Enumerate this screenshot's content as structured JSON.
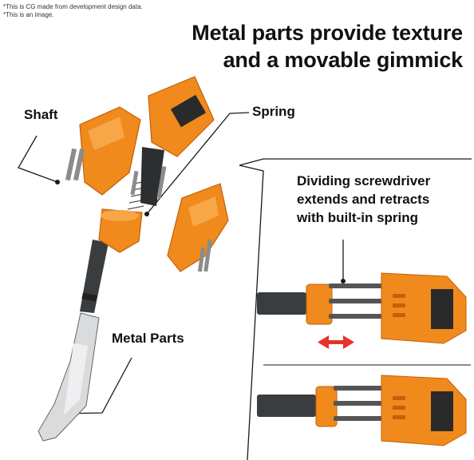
{
  "notes": [
    "*This is CG made from development design data.",
    "*This is an image."
  ],
  "headline": [
    "Metal parts provide texture",
    "and a movable gimmick"
  ],
  "labels": {
    "shaft": "Shaft",
    "spring": "Spring",
    "metal_parts": "Metal Parts"
  },
  "description": [
    "Dividing screwdriver",
    "extends and retracts",
    "with built-in spring"
  ],
  "colors": {
    "orange": "#f08a1c",
    "orange_dark": "#c65f08",
    "gunmetal": "#3a3d3f",
    "metal": "#d8dadb",
    "arrow_red": "#e5322d",
    "line": "#1a1a1a"
  }
}
